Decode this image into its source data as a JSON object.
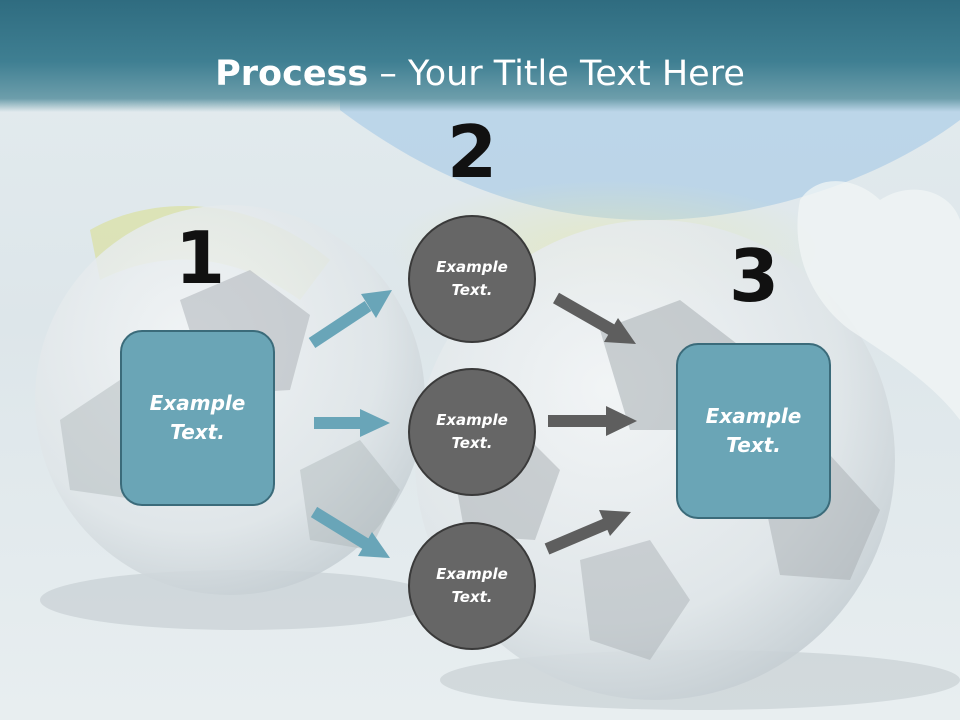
{
  "title": {
    "bold": "Process",
    "rest": " – Your Title Text Here"
  },
  "steps": {
    "one": "1",
    "two": "2",
    "three": "3"
  },
  "boxes": {
    "left": "Example\nText.",
    "right": "Example\nText."
  },
  "circles": {
    "top": "Example\nText.",
    "middle": "Example\nText.",
    "bottom": "Example\nText."
  },
  "colors": {
    "box_fill": "#6aa5b6",
    "box_border": "#3b6b7a",
    "circle_fill": "#666666",
    "arrow_blue": "#69a5b8",
    "arrow_gray": "#5e5e5e",
    "title_bar": "#3f7f92"
  }
}
